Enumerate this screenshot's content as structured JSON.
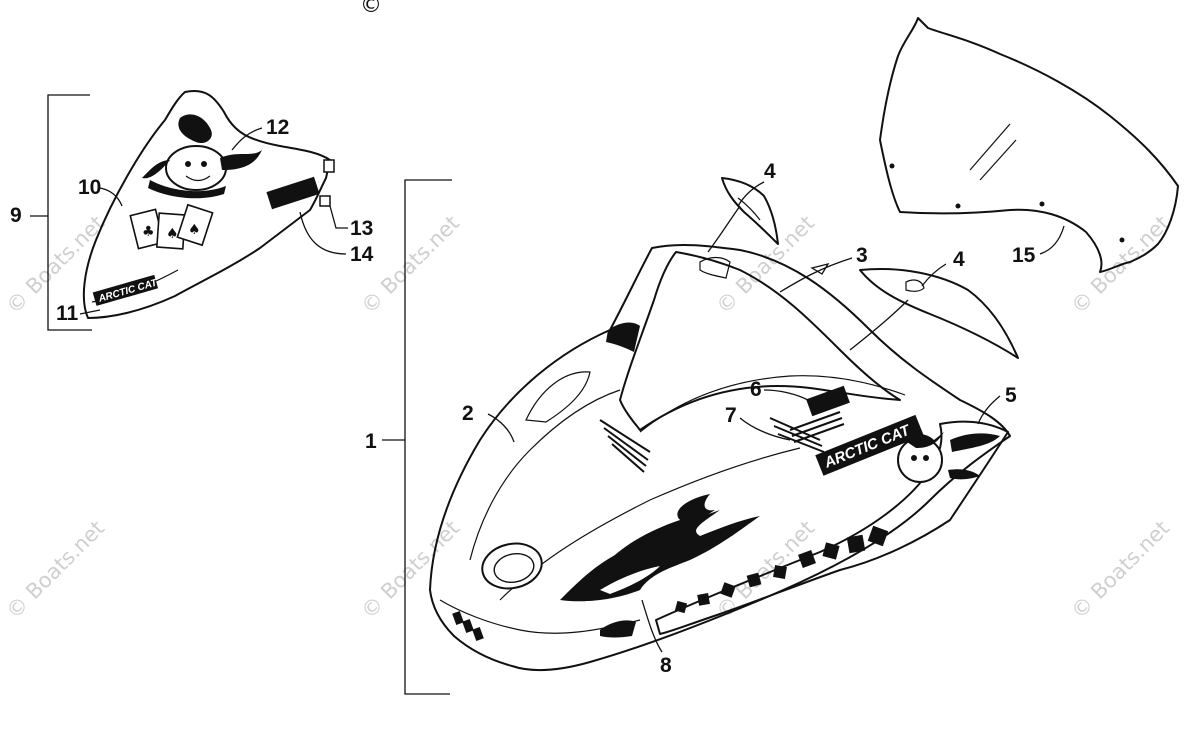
{
  "diagram": {
    "copyright_symbol": "©",
    "watermark_text": "© Boats.net",
    "callouts": [
      "1",
      "2",
      "3",
      "4",
      "4",
      "5",
      "6",
      "7",
      "8",
      "9",
      "10",
      "11",
      "12",
      "13",
      "14",
      "15"
    ],
    "decal_logo_text": "ARCTIC CAT",
    "windshield_label_part": "15",
    "hood_assembly_part": "1",
    "decal_kit_part": "9"
  }
}
